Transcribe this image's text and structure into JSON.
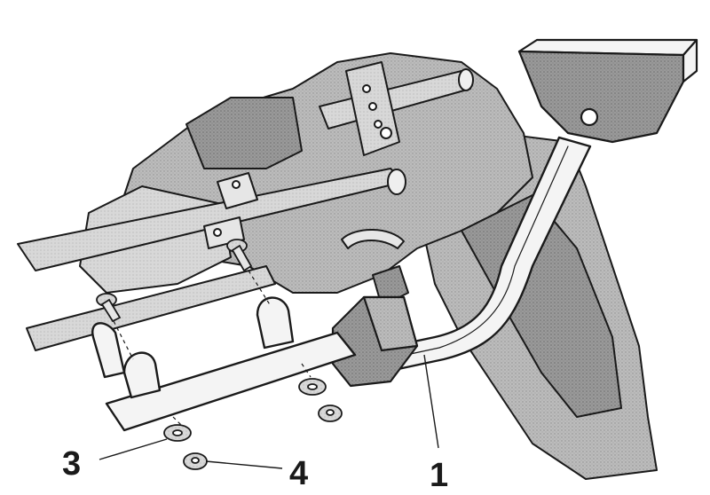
{
  "callouts": {
    "label_1": "1",
    "label_3": "3",
    "label_4": "4"
  },
  "colors": {
    "background": "#ffffff",
    "ink": "#1a1a1a",
    "body_gray": "#b9b9b9",
    "light_gray": "#d6d6d6",
    "dark_gray": "#8a8a8a",
    "bracket_fill": "#f4f4f4"
  },
  "icons": {
    "pattern": "stipple-texture"
  }
}
